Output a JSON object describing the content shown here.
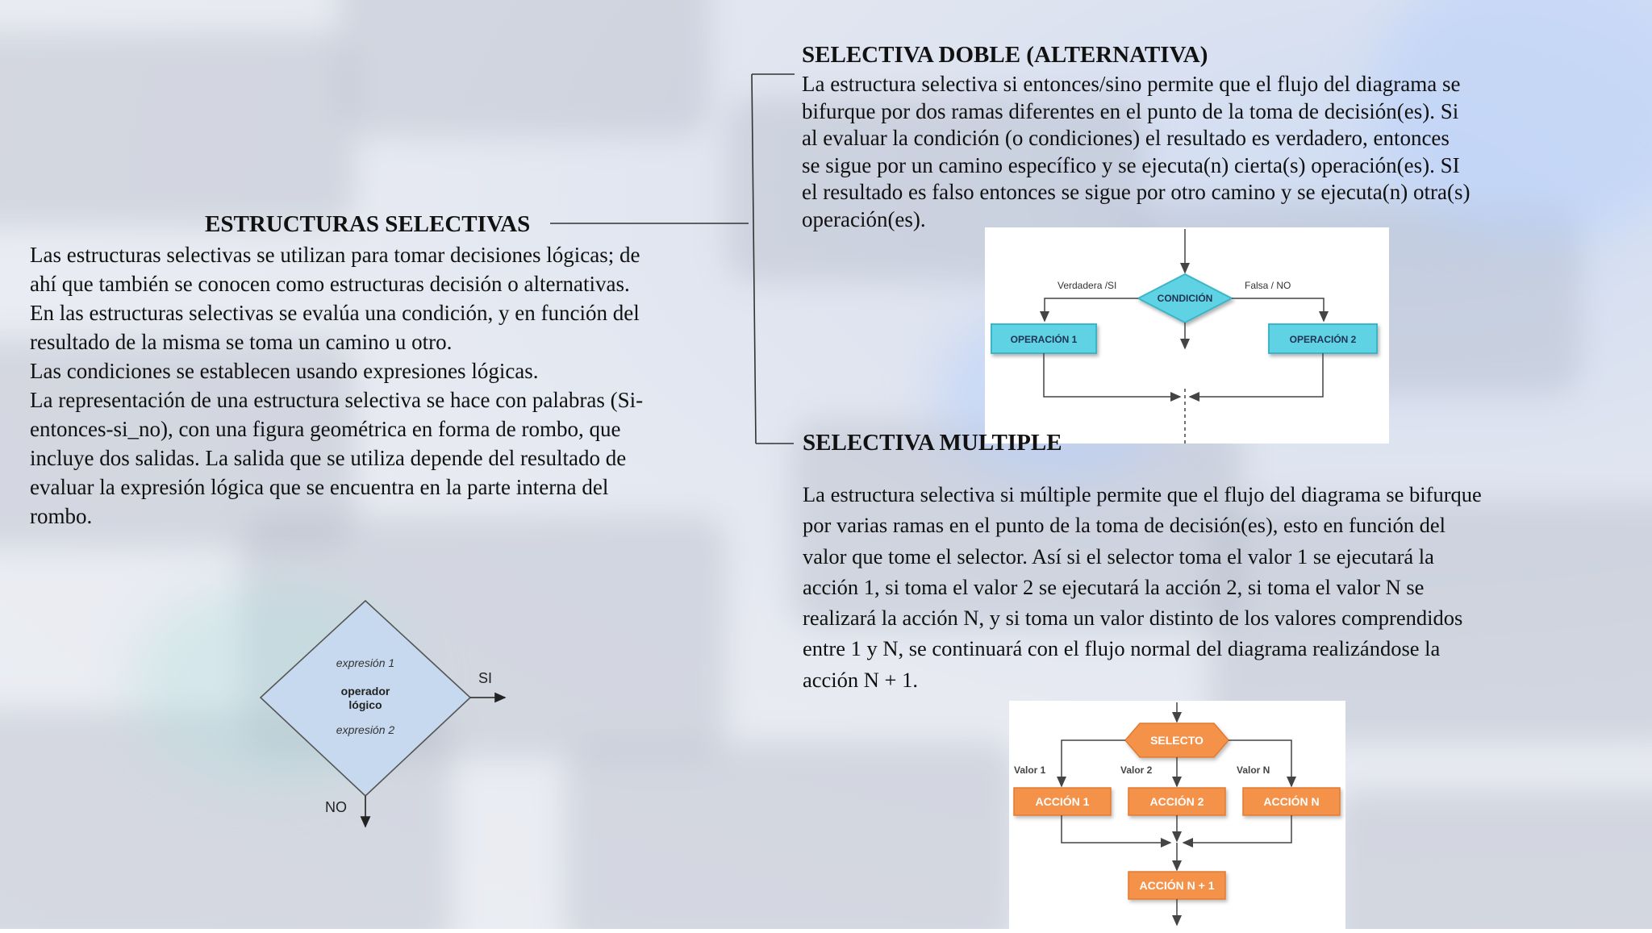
{
  "left": {
    "title": "ESTRUCTURAS SELECTIVAS",
    "lines": [
      "Las estructuras selectivas se utilizan para tomar decisiones lógicas; de",
      "ahí que también se conocen como estructuras decisión o alternativas.",
      "En las estructuras selectivas se evalúa una condición, y en función del",
      "resultado de la misma se toma un camino u otro.",
      "Las condiciones se establecen usando expresiones lógicas.",
      "La representación de una estructura selectiva se hace con palabras (Si-",
      "entonces-si_no), con una figura geométrica en forma de rombo, que",
      "incluye dos salidas. La salida que se utiliza depende del resultado de",
      "evaluar la expresión lógica que se encuentra en la parte interna del",
      "rombo."
    ],
    "diamond": {
      "expr1": "expresión 1",
      "operator_line1": "operador",
      "operator_line2": "lógico",
      "expr2": "expresión 2",
      "yes": "SI",
      "no": "NO"
    }
  },
  "doble": {
    "title": "SELECTIVA DOBLE (ALTERNATIVA)",
    "lines": [
      "La estructura selectiva si entonces/sino permite que el flujo del diagrama se",
      "bifurque por dos ramas diferentes en el punto de la toma de decisión(es). Si",
      "al evaluar la condición (o condiciones) el resultado es verdadero, entonces",
      "se sigue por un camino específico y se ejecuta(n) cierta(s) operación(es). SI",
      "el resultado es falso entonces se sigue por otro camino y se ejecuta(n) otra(s)",
      "operación(es)."
    ],
    "diagram": {
      "true_label": "Verdadera /SI",
      "false_label": "Falsa / NO",
      "condition": "CONDICIÓN",
      "op1": "OPERACIÓN 1",
      "op2": "OPERACIÓN 2",
      "color": "#5fd3e3"
    }
  },
  "multiple": {
    "title": "SELECTIVA MULTIPLE",
    "lines": [
      "La estructura selectiva si múltiple permite que el flujo del diagrama se bifurque",
      "por varias ramas en el punto de la toma de decisión(es), esto en función del",
      "valor que tome el selector. Así si el selector toma el valor 1 se ejecutará la",
      "acción 1, si toma el valor 2 se ejecutará la acción 2, si toma el valor N se",
      "realizará la acción N, y si toma un valor distinto de los valores comprendidos",
      "entre 1 y N, se continuará con el flujo normal del diagrama realizándose la",
      "acción N + 1."
    ],
    "diagram": {
      "selector": "SELECTO",
      "val1": "Valor 1",
      "val2": "Valor 2",
      "valN": "Valor N",
      "act1": "ACCIÓN 1",
      "act2": "ACCIÓN 2",
      "actN": "ACCIÓN N",
      "actN1": "ACCIÓN N + 1",
      "color": "#f5924a"
    }
  }
}
